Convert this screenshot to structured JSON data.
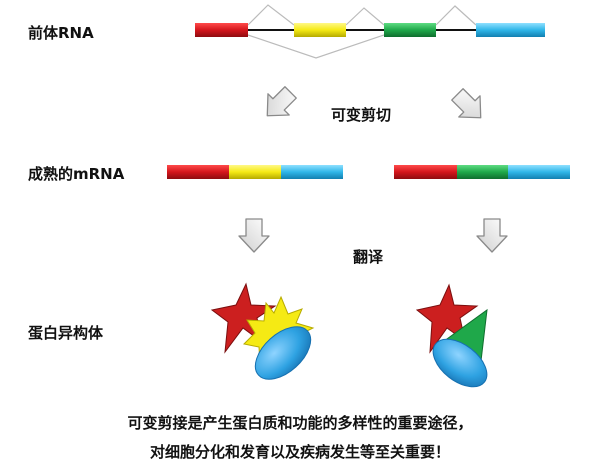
{
  "labels": {
    "pre_rna": "前体RNA",
    "mature_mrna": "成熟的mRNA",
    "isoform": "蛋白异构体",
    "alt_splicing": "可变剪切",
    "translation": "翻译"
  },
  "caption": {
    "line1": "可变剪接是产生蛋白质和功能的多样性的重要途径，",
    "line2": "对细胞分化和发育以及疾病发生等至关重要！"
  },
  "colors": {
    "exon_red": "#d4161c",
    "exon_yellow": "#f5ea14",
    "exon_green": "#1fa84a",
    "exon_blue": "#2fb6e8",
    "intron": "#111111",
    "splice_line": "#bbbbbb",
    "arrow_fill": "#e6e6e6",
    "arrow_stroke": "#8a8a8a",
    "protein_star": "#cc1f1f",
    "protein_ellipse": "#2ea2e2"
  }
}
